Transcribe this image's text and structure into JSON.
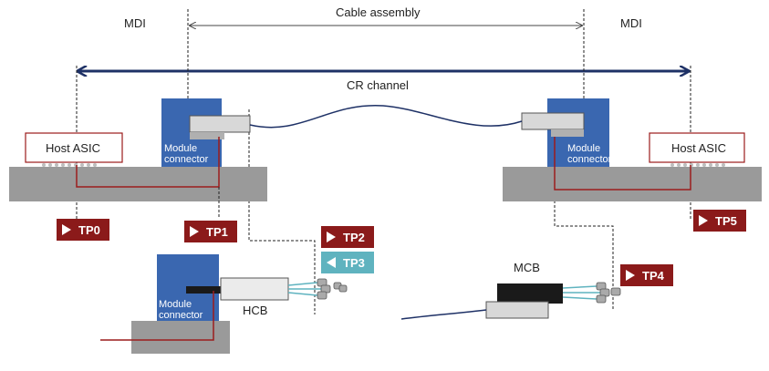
{
  "labels": {
    "mdi_left": "MDI",
    "mdi_right": "MDI",
    "cable_assembly": "Cable assembly",
    "cr_channel": "CR channel",
    "host_asic_left": "Host ASIC",
    "host_asic_right": "Host ASIC",
    "module_connector_1": "Module",
    "module_connector_2": "connector",
    "hcb": "HCB",
    "mcb": "MCB"
  },
  "test_points": [
    {
      "id": "tp0",
      "label": "TP0",
      "direction": "right",
      "color": "#8b1a1a"
    },
    {
      "id": "tp1",
      "label": "TP1",
      "direction": "right",
      "color": "#8b1a1a"
    },
    {
      "id": "tp2",
      "label": "TP2",
      "direction": "right",
      "color": "#8b1a1a"
    },
    {
      "id": "tp3",
      "label": "TP3",
      "direction": "left",
      "color": "#5fb3bf"
    },
    {
      "id": "tp4",
      "label": "TP4",
      "direction": "right",
      "color": "#8b1a1a"
    },
    {
      "id": "tp5",
      "label": "TP5",
      "direction": "right",
      "color": "#8b1a1a"
    }
  ],
  "colors": {
    "board": "#9a9a9a",
    "connector": "#3a67b0",
    "trace": "#9b1c1c",
    "arrow": "#1e3166",
    "cable": "#1e3166",
    "plug": "#d8d8d8",
    "fiber": "#5fb3bf",
    "mcb_body": "#1a1a1a"
  }
}
